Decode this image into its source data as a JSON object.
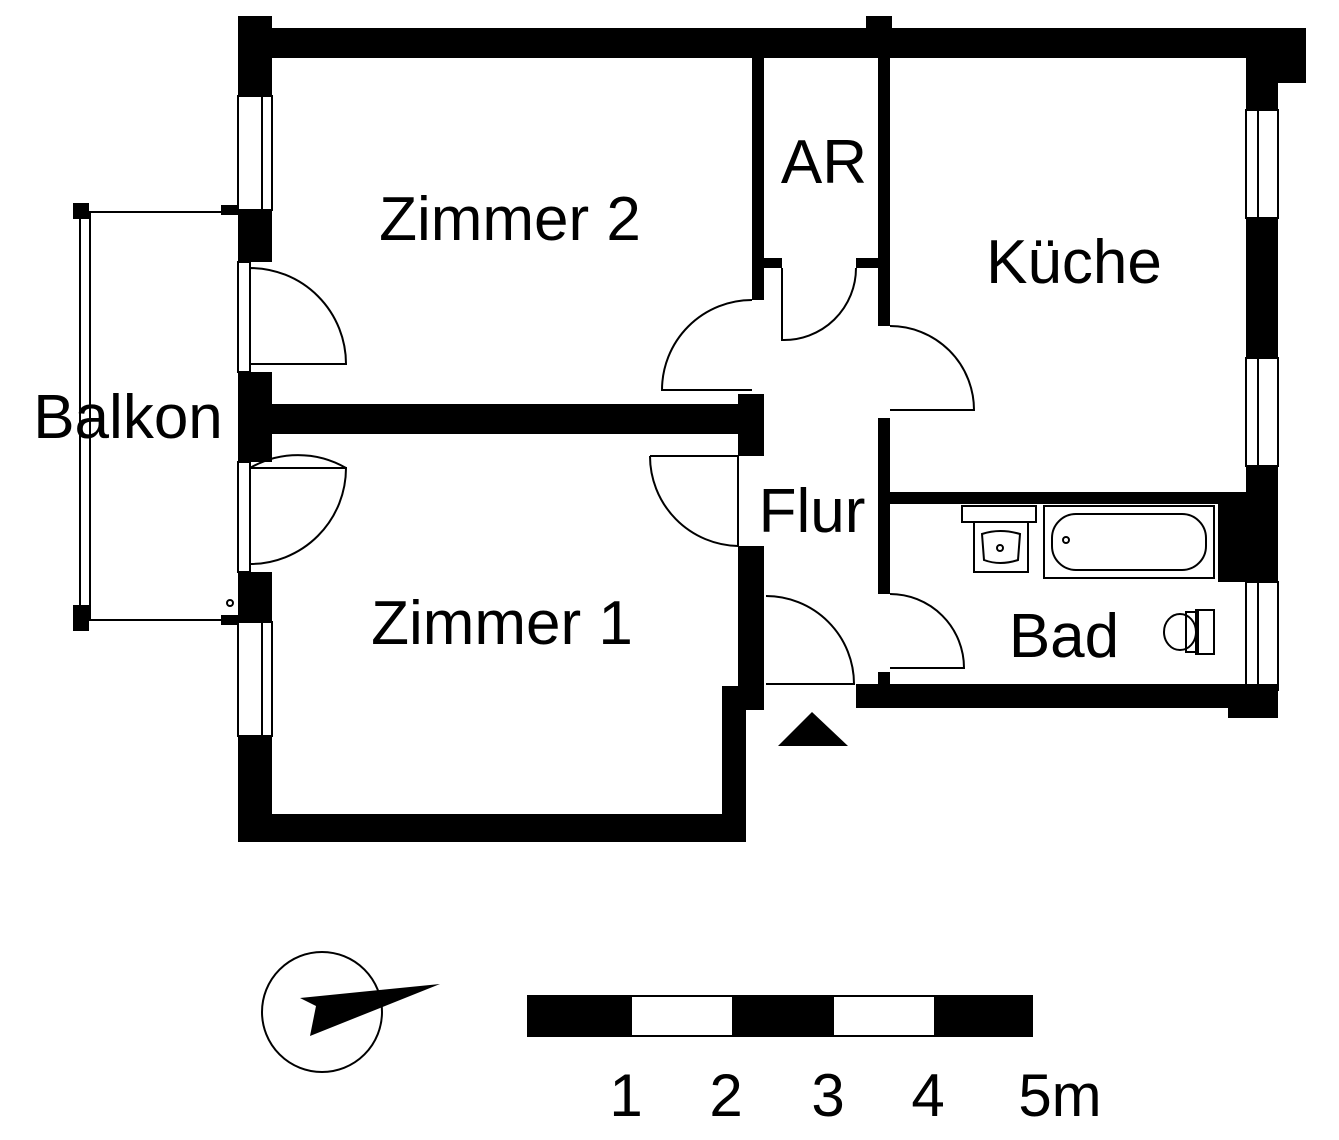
{
  "rooms": {
    "zimmer2": "Zimmer 2",
    "ar": "AR",
    "kueche": "Küche",
    "balkon": "Balkon",
    "flur": "Flur",
    "bad": "Bad",
    "zimmer1": "Zimmer 1"
  },
  "scale_bar": {
    "labels": [
      "1",
      "2",
      "3",
      "4",
      "5m"
    ]
  },
  "colors": {
    "wall": "#000000",
    "background": "#ffffff"
  }
}
